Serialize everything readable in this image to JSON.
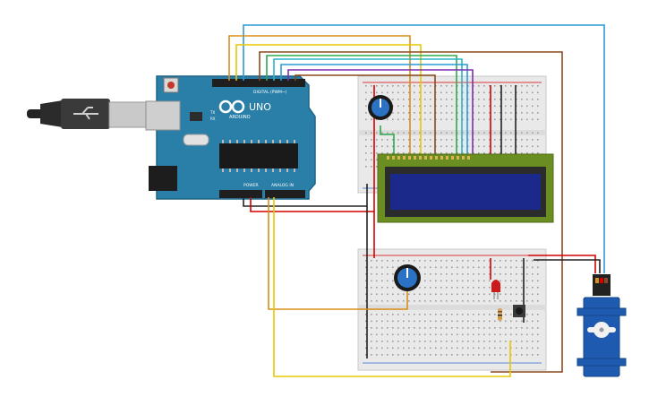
{
  "arduino": {
    "brand": "ARDUINO",
    "model": "UNO",
    "digital_label": "DIGITAL (PWM~)",
    "power_label": "POWER",
    "analog_label": "ANALOG IN",
    "tx_label": "TX",
    "rx_label": "RX"
  },
  "colors": {
    "board": "#2a7fa8",
    "board_dark": "#1f6485",
    "breadboard": "#e9e9e9",
    "lcd_frame": "#6b8e23",
    "lcd_screen": "#1b2a8a",
    "servo": "#1e5bb0",
    "wire_red": "#d40000",
    "wire_black": "#222222",
    "wire_orange": "#d98d1a",
    "wire_yellow": "#e8c800",
    "wire_blue": "#2a9ad6",
    "wire_brown": "#8b4a1f",
    "wire_green": "#2fa84f",
    "wire_purple": "#7a2fb0",
    "wire_cyan": "#2ab5c8",
    "led": "#cc1a1a"
  }
}
